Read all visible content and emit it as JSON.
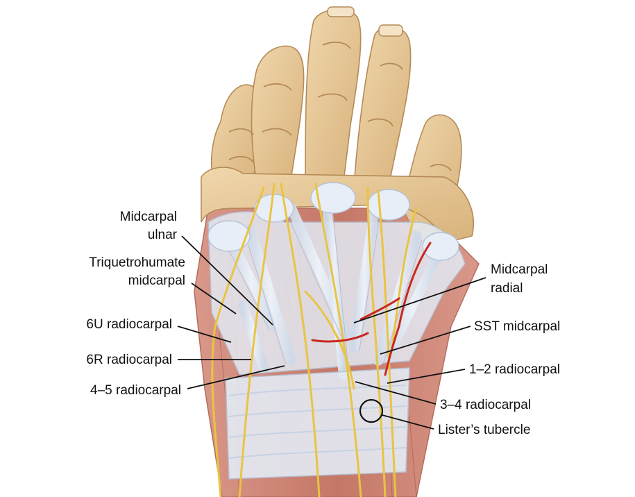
{
  "labels": {
    "midcarpal_ulnar": [
      "Midcarpal",
      "ulnar"
    ],
    "triquetrohumate": [
      "Triquetrohumate",
      "midcarpal"
    ],
    "rc_6u": "6U radiocarpal",
    "rc_6r": "6R radiocarpal",
    "rc_45": "4–5 radiocarpal",
    "midcarpal_radial": [
      "Midcarpal",
      "radial"
    ],
    "sst_midcarpal": "SST midcarpal",
    "rc_12": "1–2 radiocarpal",
    "rc_34": "3–4 radiocarpal",
    "listers": "Lister’s tubercle"
  },
  "colors": {
    "bone": "#e6c99a",
    "bone_shadow": "#c9a470",
    "ligament": "#dde6f2",
    "ligament_edge": "#b3c2d8",
    "muscle": "#c98474",
    "muscle_dark": "#a65a4c",
    "nerve": "#e9c441",
    "artery": "#c8281e",
    "text": "#111111"
  }
}
